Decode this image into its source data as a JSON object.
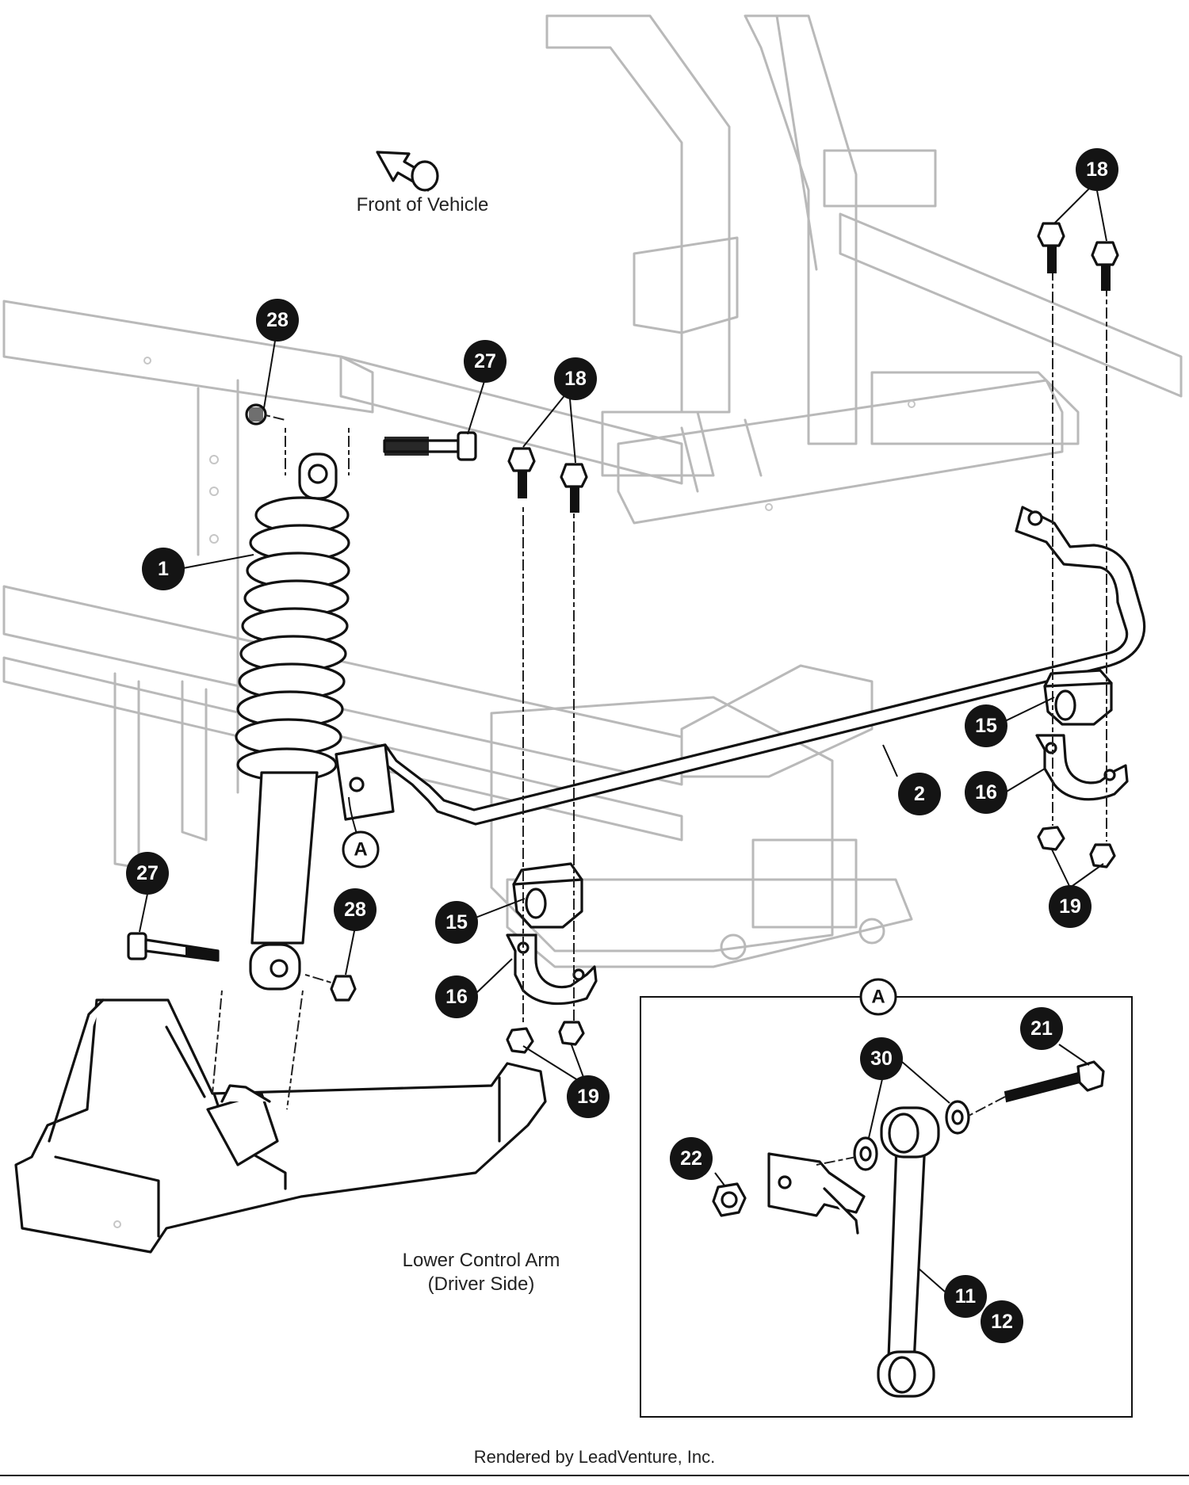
{
  "orientation_label": "Front of Vehicle",
  "lower_control_arm_label": [
    "Lower Control Arm",
    "(Driver Side)"
  ],
  "detail_ref": "A",
  "footer": "Rendered by LeadVenture, Inc.",
  "callouts": [
    {
      "id": "c-1",
      "number": "1"
    },
    {
      "id": "c-2",
      "number": "2"
    },
    {
      "id": "c-11",
      "number": "11"
    },
    {
      "id": "c-12",
      "number": "12"
    },
    {
      "id": "c-15a",
      "number": "15"
    },
    {
      "id": "c-15b",
      "number": "15"
    },
    {
      "id": "c-16a",
      "number": "16"
    },
    {
      "id": "c-16b",
      "number": "16"
    },
    {
      "id": "c-18a",
      "number": "18"
    },
    {
      "id": "c-18b",
      "number": "18"
    },
    {
      "id": "c-19a",
      "number": "19"
    },
    {
      "id": "c-19b",
      "number": "19"
    },
    {
      "id": "c-21",
      "number": "21"
    },
    {
      "id": "c-22",
      "number": "22"
    },
    {
      "id": "c-27a",
      "number": "27"
    },
    {
      "id": "c-27b",
      "number": "27"
    },
    {
      "id": "c-28a",
      "number": "28"
    },
    {
      "id": "c-28b",
      "number": "28"
    },
    {
      "id": "c-30",
      "number": "30"
    }
  ]
}
